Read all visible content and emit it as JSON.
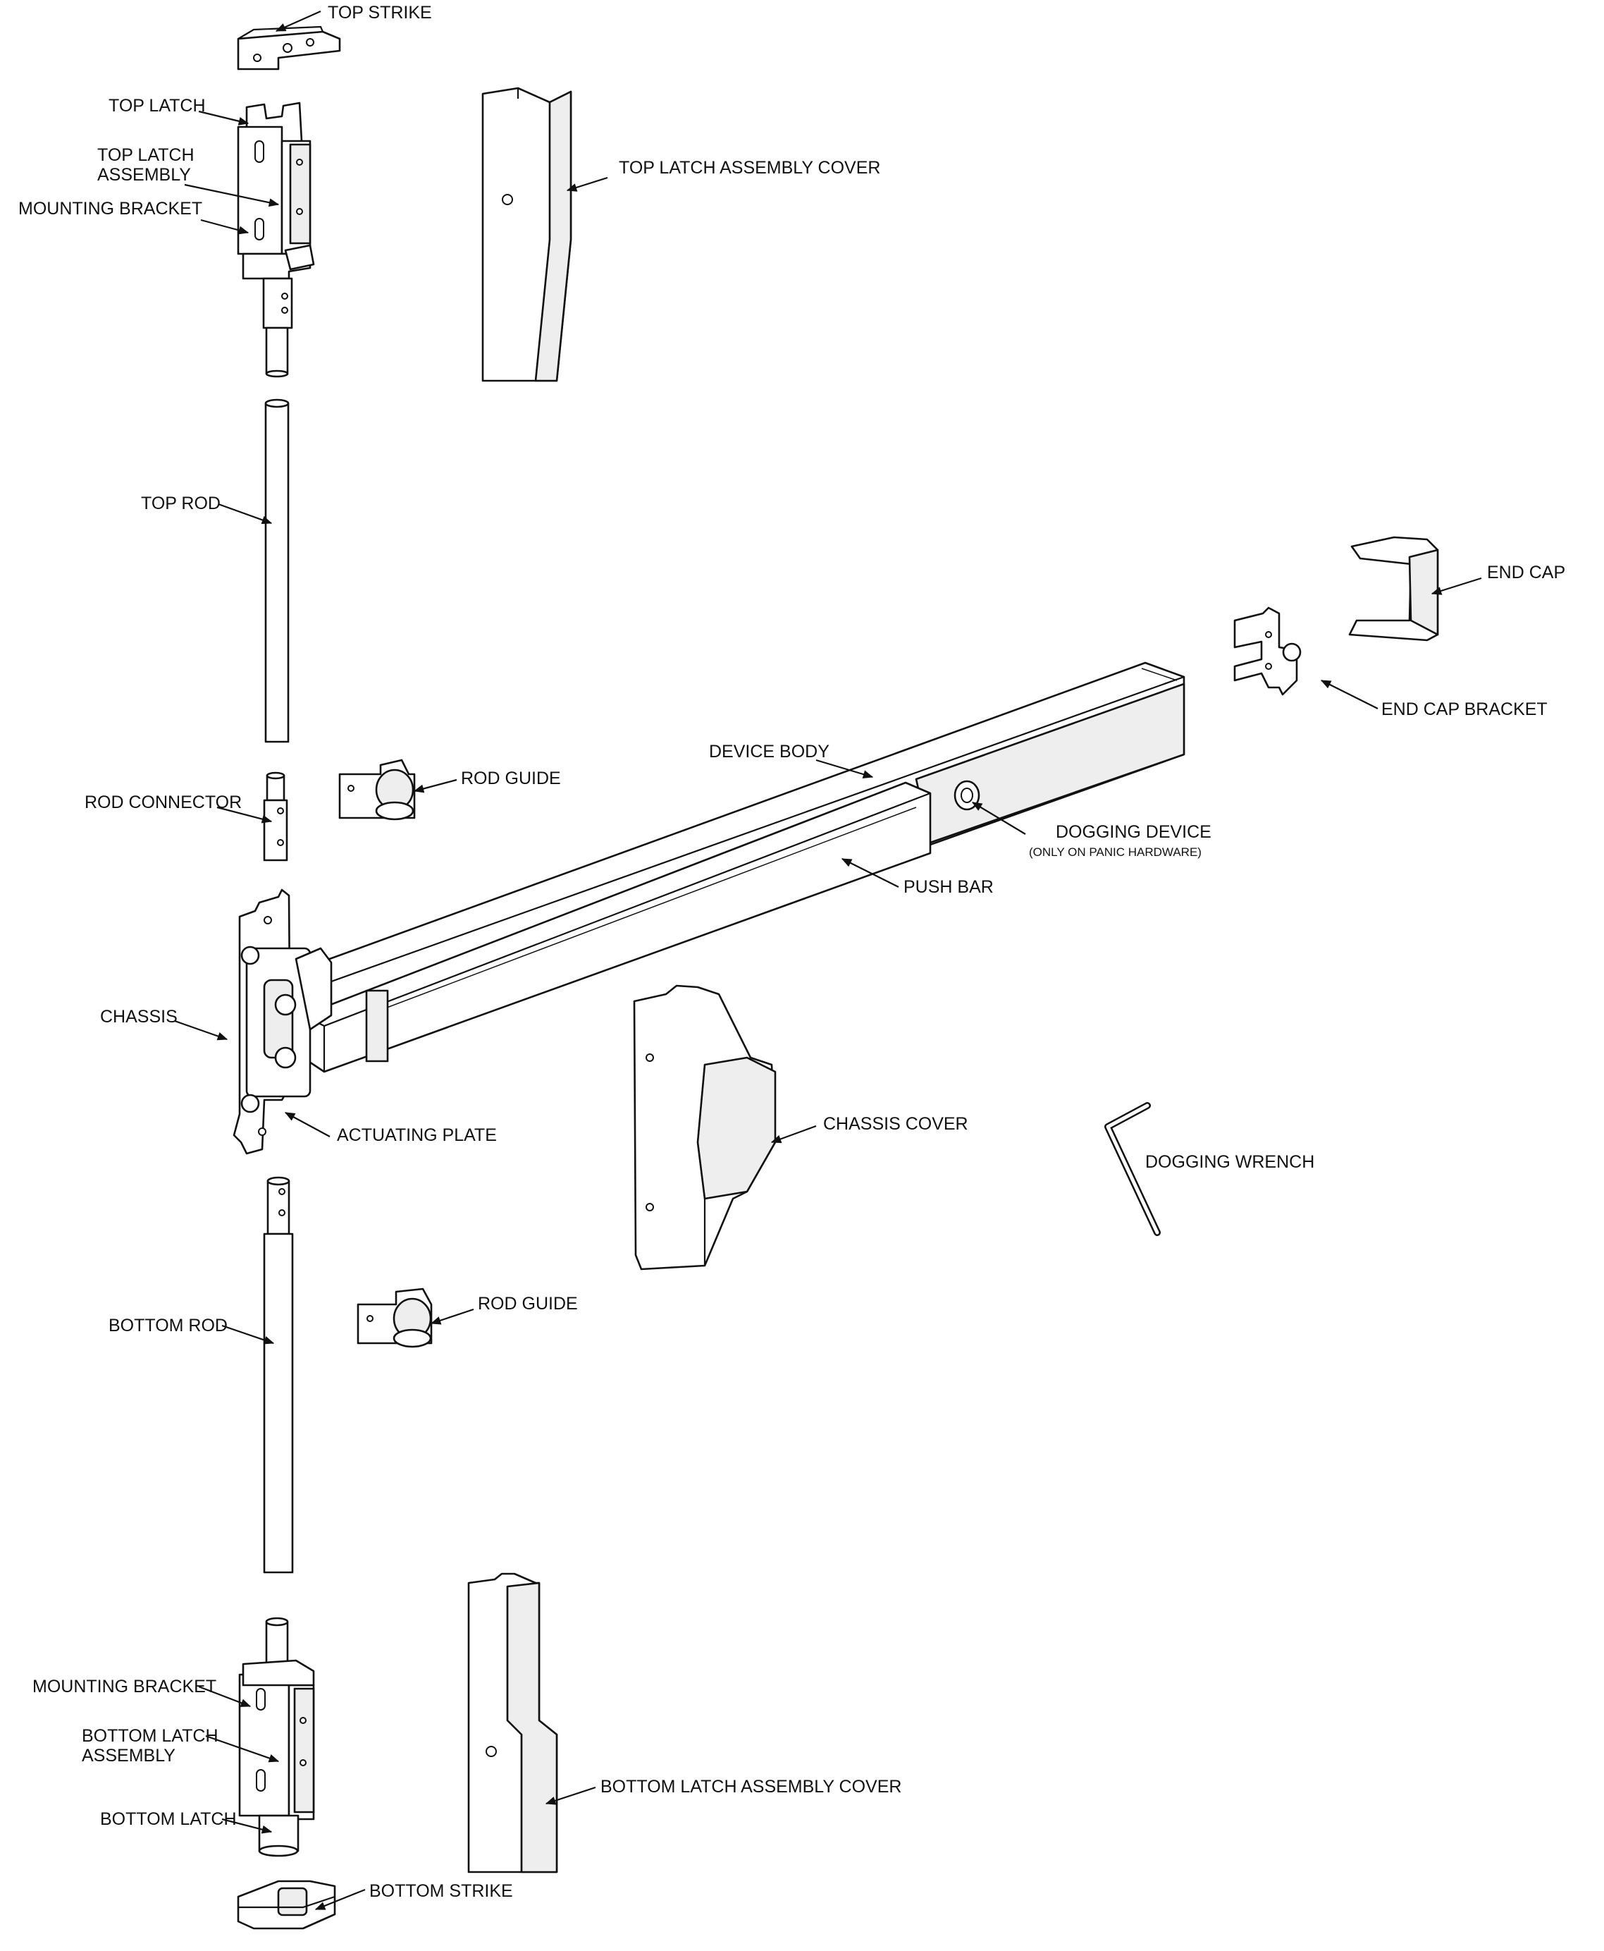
{
  "labels": {
    "top_strike": "TOP STRIKE",
    "top_latch": "TOP LATCH",
    "top_latch_assembly_line1": "TOP LATCH",
    "top_latch_assembly_line2": "ASSEMBLY",
    "mounting_bracket_top": "MOUNTING BRACKET",
    "top_latch_assembly_cover": "TOP LATCH ASSEMBLY COVER",
    "top_rod": "TOP ROD",
    "end_cap": "END CAP",
    "end_cap_bracket": "END CAP BRACKET",
    "device_body": "DEVICE BODY",
    "rod_guide_top": "ROD GUIDE",
    "rod_connector": "ROD CONNECTOR",
    "dogging_device": "DOGGING DEVICE",
    "dogging_device_note": "(ONLY ON PANIC HARDWARE)",
    "push_bar": "PUSH BAR",
    "chassis": "CHASSIS",
    "chassis_cover": "CHASSIS COVER",
    "actuating_plate": "ACTUATING PLATE",
    "dogging_wrench": "DOGGING WRENCH",
    "rod_guide_bottom": "ROD GUIDE",
    "bottom_rod": "BOTTOM ROD",
    "mounting_bracket_bottom": "MOUNTING BRACKET",
    "bottom_latch_assembly_line1": "BOTTOM LATCH",
    "bottom_latch_assembly_line2": "ASSEMBLY",
    "bottom_latch_assembly_cover": "BOTTOM LATCH ASSEMBLY COVER",
    "bottom_latch": "BOTTOM LATCH",
    "bottom_strike": "BOTTOM STRIKE"
  }
}
